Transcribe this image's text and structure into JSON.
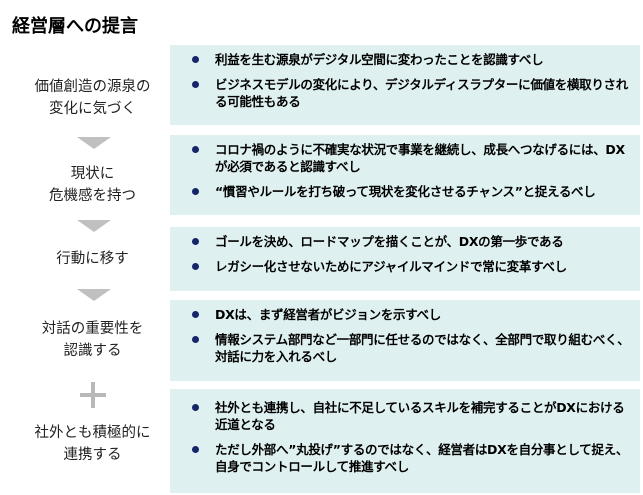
{
  "title": "経営層への提言",
  "sections": [
    {
      "label": [
        "価値創造の源泉の",
        "変化に気づく"
      ],
      "items": [
        "利益を生む源泉がデジタル空間に変わったことを認識すべし",
        "ビジネスモデルの変化により、デジタルディスラプターに価値を横取りされる可能性もある"
      ]
    },
    {
      "label": [
        "現状に",
        "危機感を持つ"
      ],
      "items": [
        "コロナ禍のように不確実な状況で事業を継続し、成長へつなげるには、DXが必須であると認識すべし",
        "“慣習やルールを打ち破って現状を変化させるチャンス”と捉えるべし"
      ]
    },
    {
      "label": [
        "行動に移す"
      ],
      "items": [
        "ゴールを決め、ロードマップを描くことが、DXの第一歩である",
        "レガシー化させないためにアジャイルマインドで常に変革すべし"
      ]
    },
    {
      "label": [
        "対話の重要性を",
        "認識する"
      ],
      "items": [
        "DXは、まず経営者がビジョンを示すべし",
        "情報システム部門など一部門に任せるのではなく、全部門で取り組むべく、対話に力を入れるべし"
      ]
    },
    {
      "label": [
        "社外とも積極的に",
        "連携する"
      ],
      "items": [
        "社外とも連携し、自社に不足しているスキルを補完することがDXにおける近道となる",
        "ただし外部へ”丸投げ”するのではなく、経営者はDXを自分事として捉え、自身でコントロールして推進すべし"
      ]
    }
  ]
}
